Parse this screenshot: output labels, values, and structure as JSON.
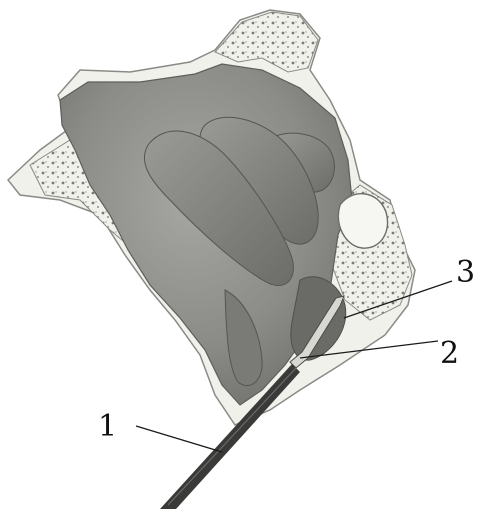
{
  "figure": {
    "description_visible_text_only": true,
    "labels": {
      "one": "1",
      "two": "2",
      "three": "3"
    }
  },
  "colors": {
    "background": "#ffffff",
    "bone": "#f1f1ec",
    "bone_edge": "#8a8a86",
    "mucosa_dark": "#6d6d6b",
    "mucosa_mid": "#8e8e8b",
    "mucosa_light": "#b3b3af",
    "turbinate": "#7d7d7a",
    "instrument": "#3a3a38",
    "leader_line": "#1a1a1a"
  }
}
